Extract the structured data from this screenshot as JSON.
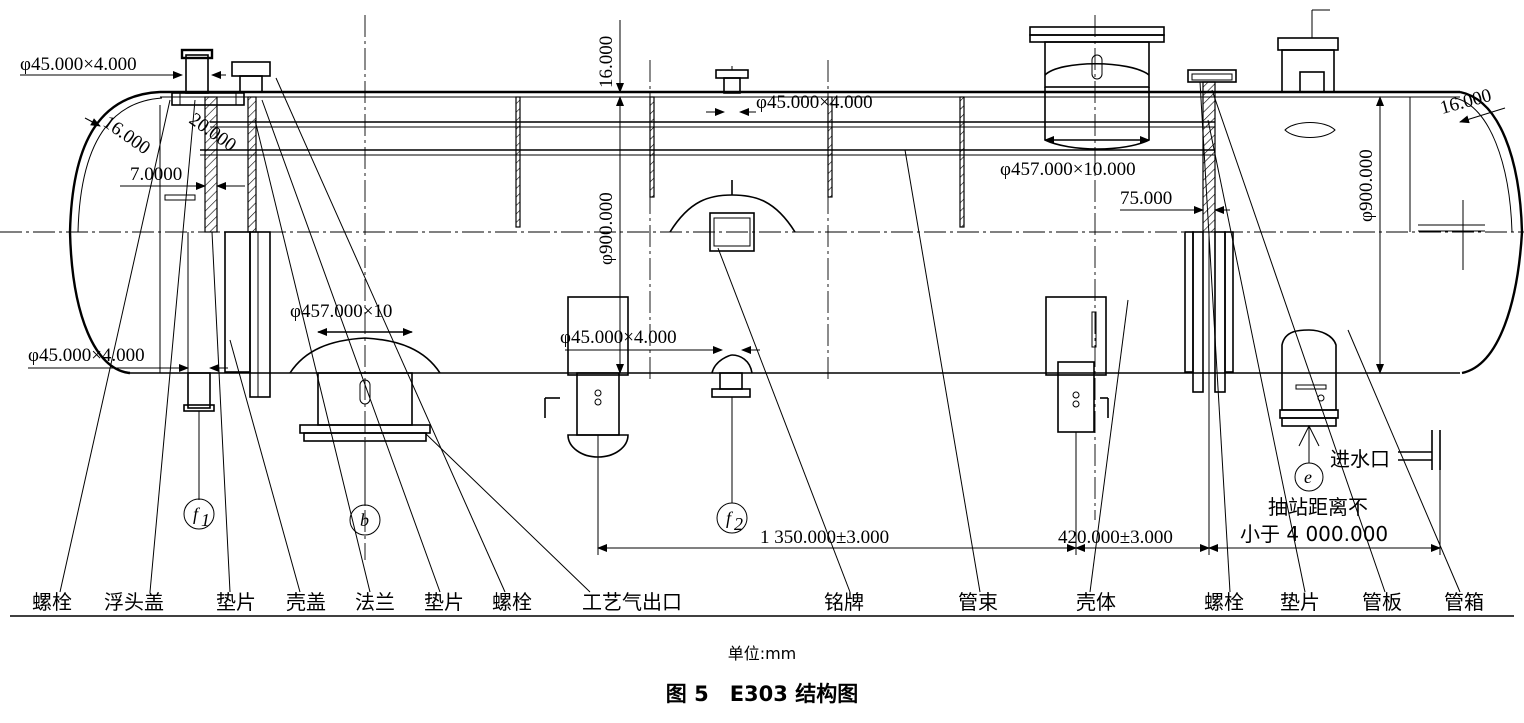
{
  "dimensions": {
    "pipe_top_left": "φ45.000×4.000",
    "shell_thickness_top": "16.000",
    "pipe_top_mid": "φ45.000×4.000",
    "head_thickness_left": "16.000",
    "flange_thickness": "20.000",
    "gap_small": "7.0000",
    "bundle_dia": "φ900.000",
    "nozzle_right_top": "φ457.000×10.000",
    "tubesheet_thk": "75.000",
    "channel_dia": "φ900.000",
    "head_thickness_right": "16.000",
    "nozzle_bottom_left": "φ457.000×10",
    "pipe_bottom_left": "φ45.000×4.000",
    "pipe_bottom_mid": "φ45.000×4.000",
    "saddle_spacing": "1 350.000±3.000",
    "saddle_to_flange": "420.000±3.000",
    "pull_distance_line1": "抽站距离不",
    "pull_distance_line2": "小于 4 000.000",
    "water_inlet": "进水口"
  },
  "markers": {
    "f1_main": "f",
    "f1_sub": "1",
    "b": "b",
    "f2_main": "f",
    "f2_sub": "2",
    "e": "e"
  },
  "labels": [
    "螺栓",
    "浮头盖",
    "垫片",
    "壳盖",
    "法兰",
    "垫片",
    "螺栓",
    "工艺气出口",
    "铭牌",
    "管束",
    "壳体",
    "螺栓",
    "垫片",
    "管板",
    "管箱"
  ],
  "caption": {
    "unit": "单位:mm",
    "title": "图 5　E303 结构图"
  }
}
